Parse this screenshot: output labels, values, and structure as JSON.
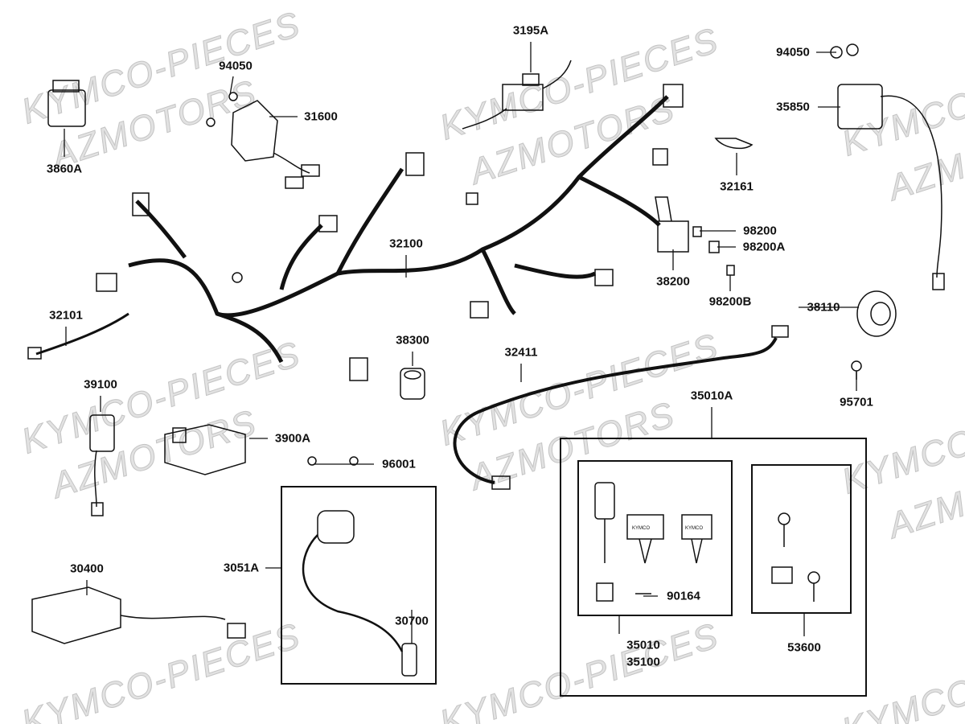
{
  "watermarks": {
    "top": "KYMCO-PIECES",
    "bottom": "AZMOTORS"
  },
  "key_brand": "KYMCO",
  "colors": {
    "line": "#111111",
    "watermark": "#d4d4d4",
    "background": "#ffffff"
  },
  "parts": {
    "p3860A": "3860A",
    "p94050a": "94050",
    "p31600": "31600",
    "p3195A": "3195A",
    "p94050b": "94050",
    "p35850": "35850",
    "p32161": "32161",
    "p98200": "98200",
    "p98200A": "98200A",
    "p38200": "38200",
    "p98200B": "98200B",
    "p32100": "32100",
    "p32101": "32101",
    "p38110": "38110",
    "p38300": "38300",
    "p32411": "32411",
    "p39100": "39100",
    "p95701": "95701",
    "p35010A": "35010A",
    "p3900A": "3900A",
    "p96001": "96001",
    "p3051A": "3051A",
    "p30700": "30700",
    "p30400": "30400",
    "p90164": "90164",
    "p35010": "35010",
    "p35100": "35100",
    "p53600": "53600"
  }
}
